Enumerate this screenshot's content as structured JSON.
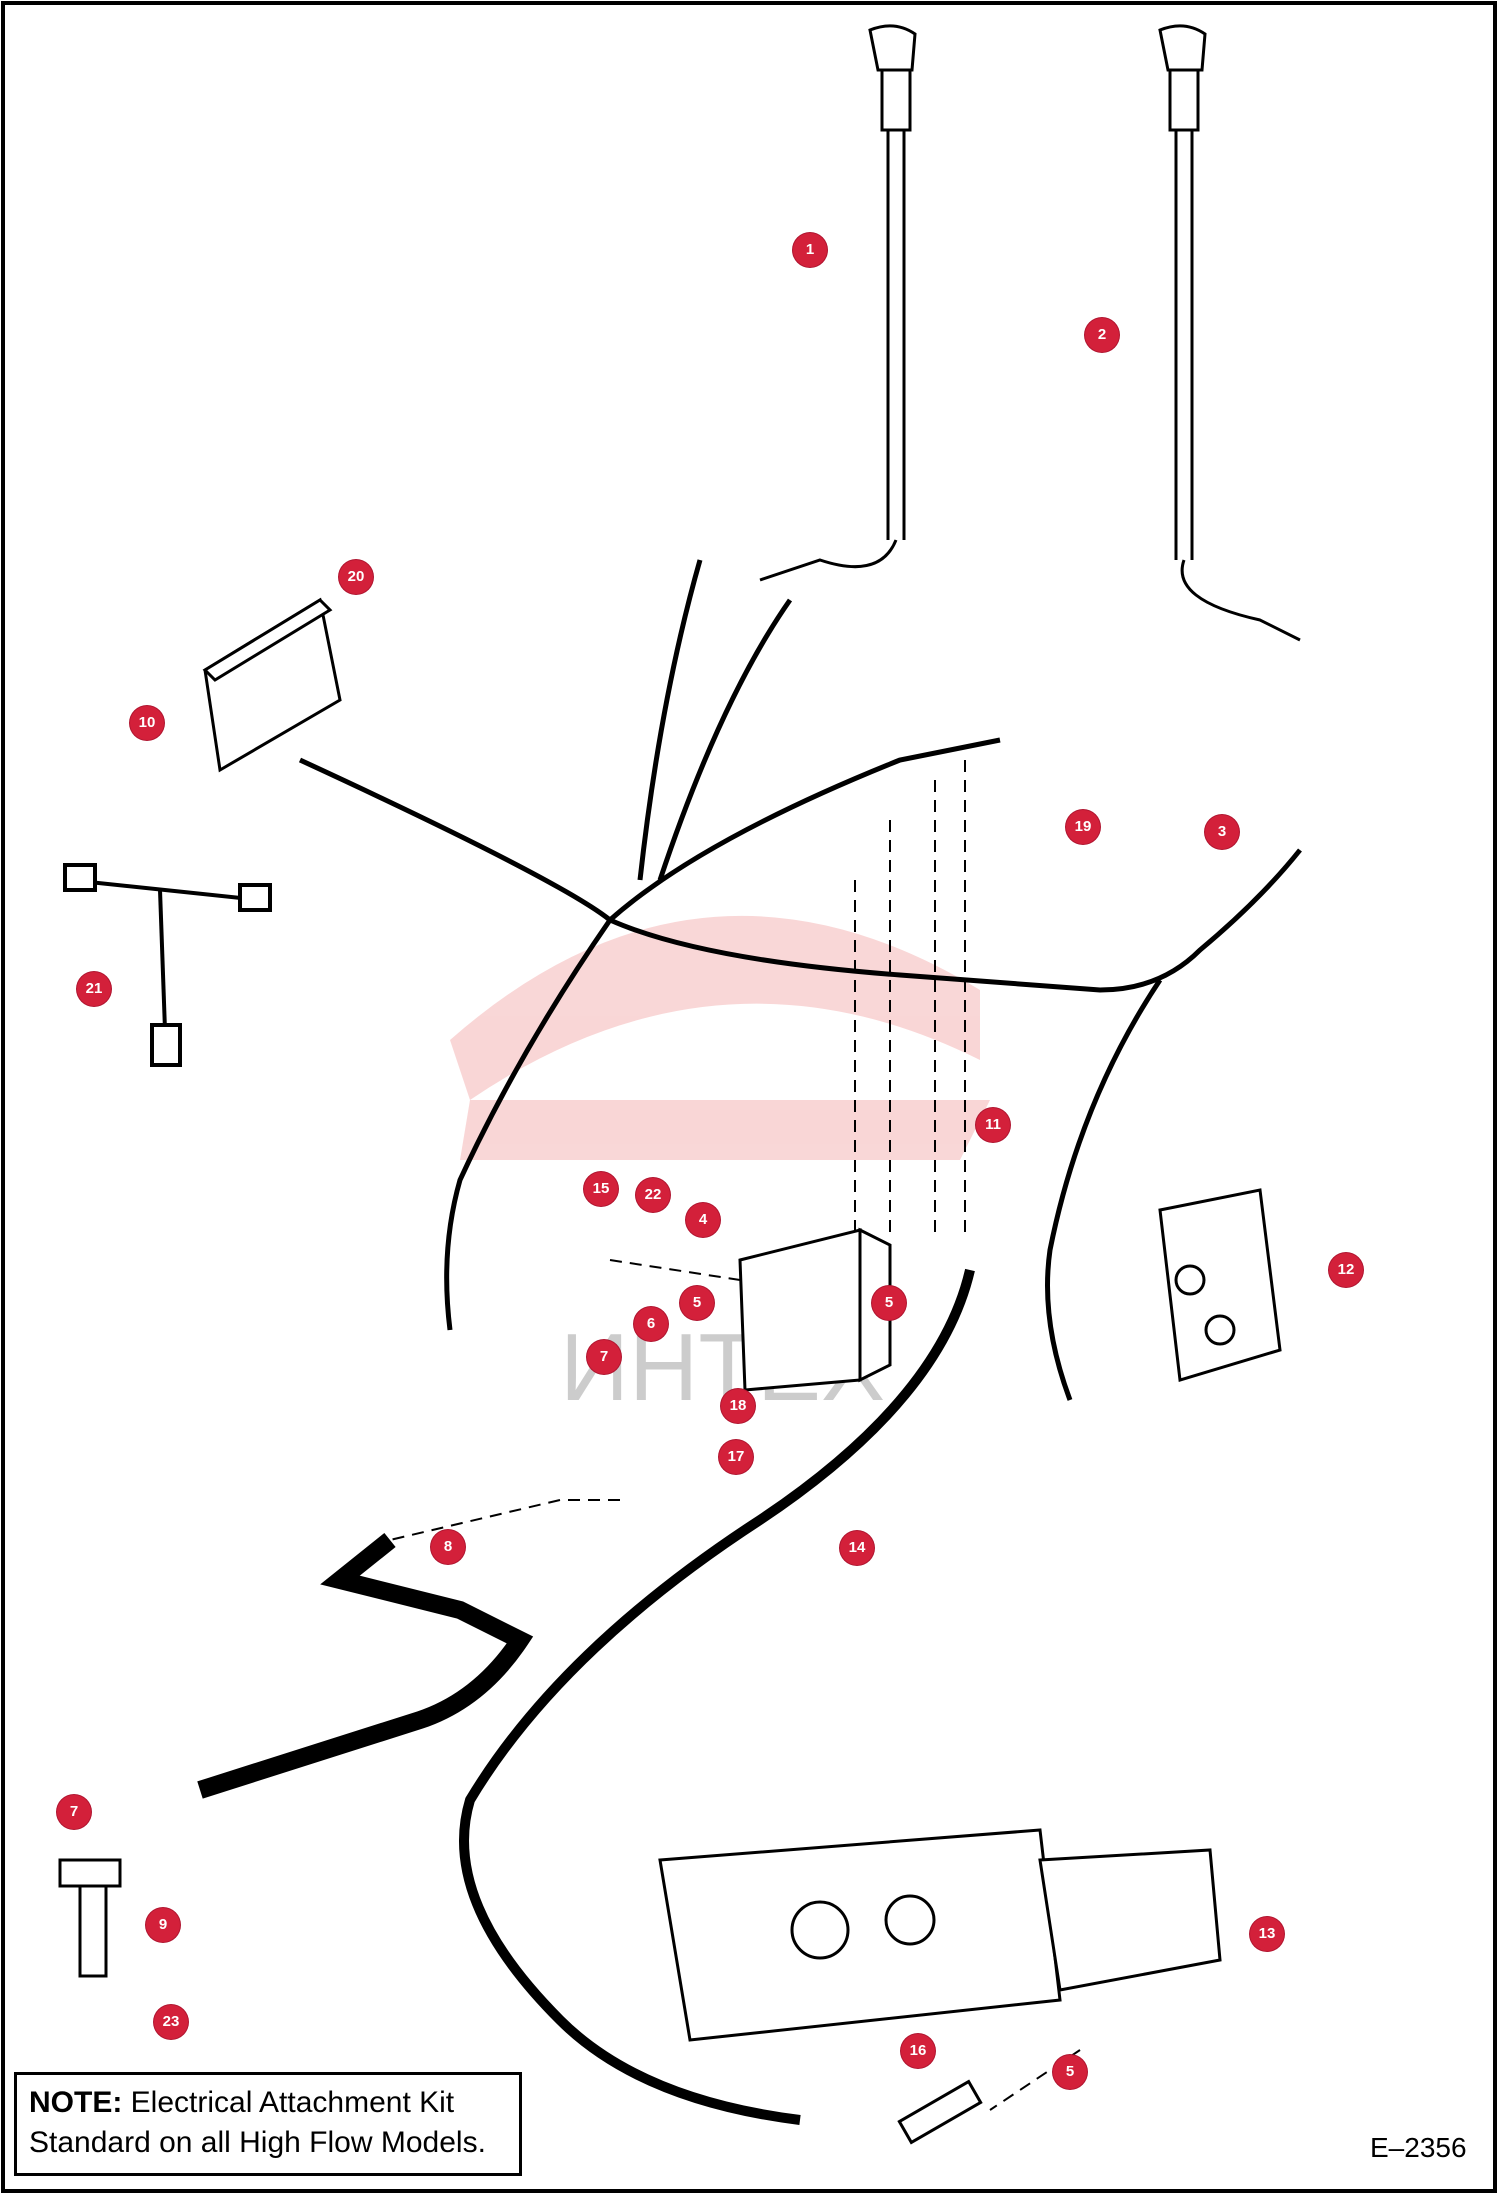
{
  "note": {
    "heading": "NOTE:",
    "line1": "Electrical Attachment Kit",
    "line2": "Standard on all High Flow Models."
  },
  "figure_number": "E–2356",
  "watermark_text": "ИНТЕХ",
  "callout_color": "#d3203a",
  "callouts": [
    "1",
    "2",
    "3",
    "4",
    "5",
    "5",
    "5",
    "6",
    "7",
    "7",
    "8",
    "9",
    "10",
    "11",
    "12",
    "13",
    "14",
    "15",
    "16",
    "17",
    "18",
    "19",
    "20",
    "21",
    "22",
    "23"
  ]
}
